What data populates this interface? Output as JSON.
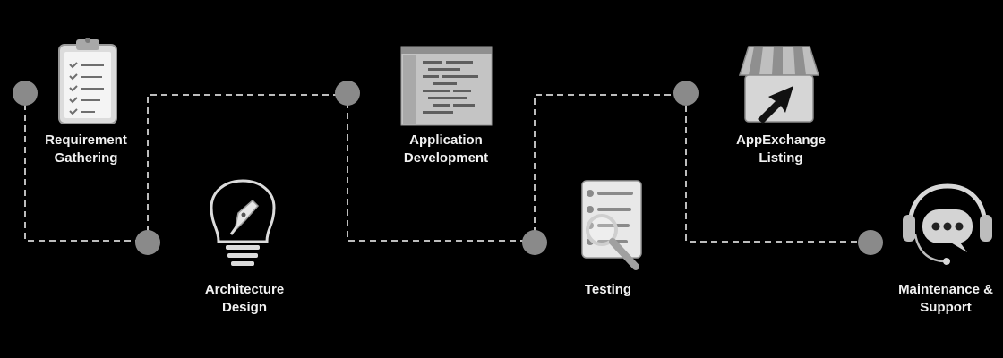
{
  "steps": [
    {
      "id": "requirement-gathering",
      "line1": "Requirement",
      "line2": "Gathering",
      "icon": "clipboard-checklist-icon"
    },
    {
      "id": "architecture-design",
      "line1": "Architecture",
      "line2": "Design",
      "icon": "lightbulb-pen-icon"
    },
    {
      "id": "application-development",
      "line1": "Application",
      "line2": "Development",
      "icon": "code-editor-icon"
    },
    {
      "id": "testing",
      "line1": "Testing",
      "line2": "",
      "icon": "document-magnifier-icon"
    },
    {
      "id": "appexchange-listing",
      "line1": "AppExchange",
      "line2": "Listing",
      "icon": "storefront-arrow-icon"
    },
    {
      "id": "maintenance-support",
      "line1": "Maintenance &",
      "line2": "Support",
      "icon": "headset-chat-icon"
    }
  ],
  "colors": {
    "background": "#000000",
    "node": "#8a8a8a",
    "connector": "#bdbdbd",
    "text": "#f2f2f2"
  }
}
